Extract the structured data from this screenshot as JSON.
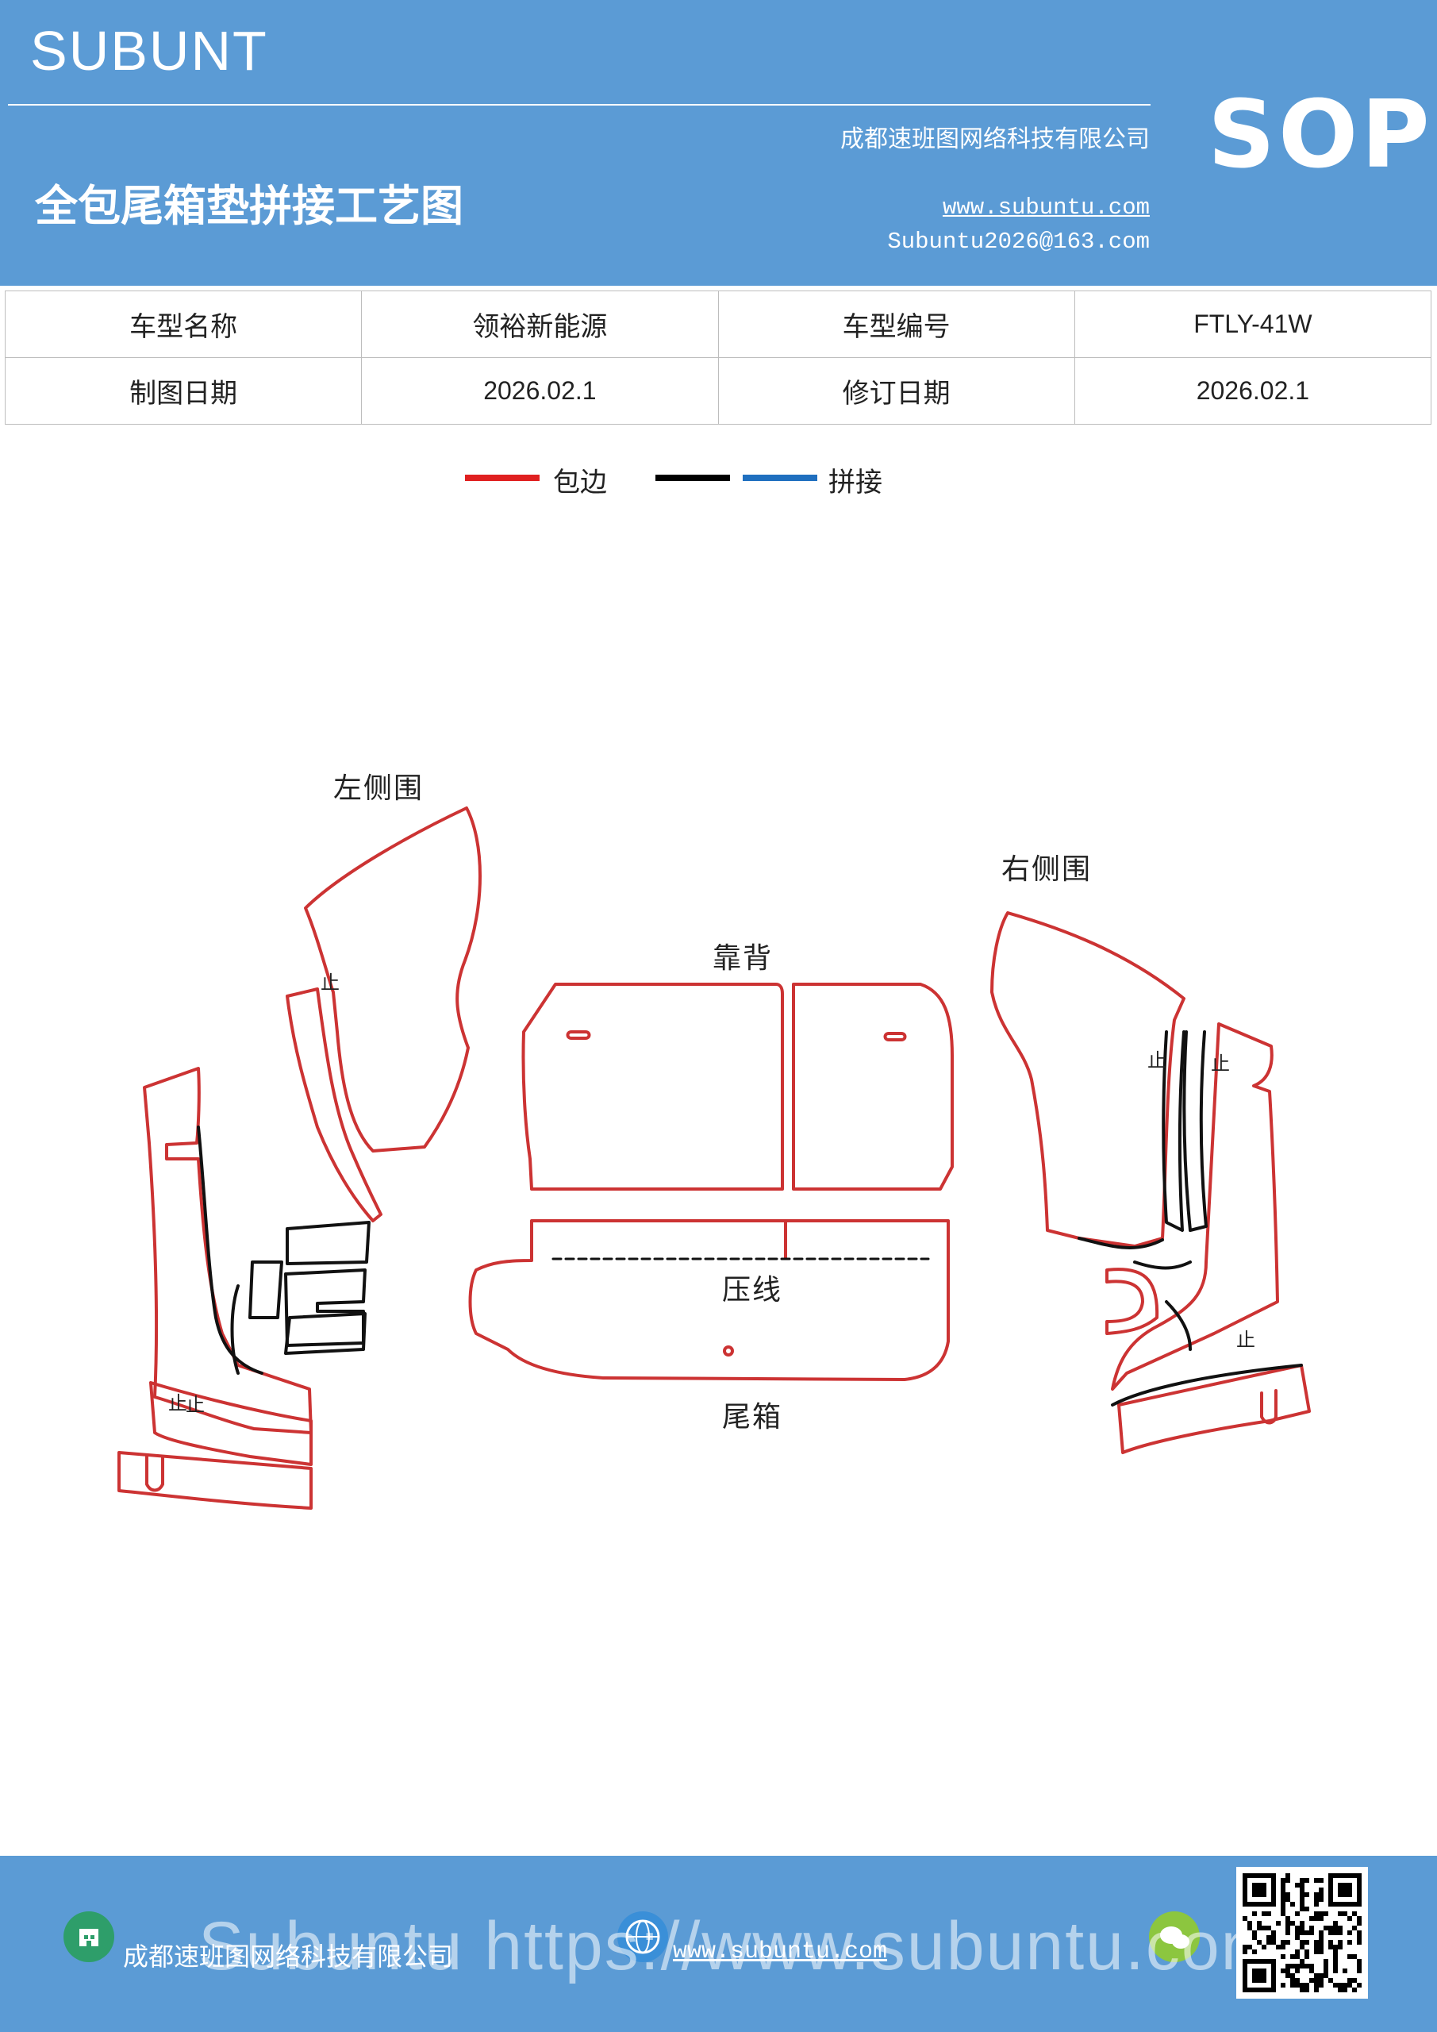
{
  "header": {
    "brand": "SUBUNT",
    "doc_title": "全包尾箱垫拼接工艺图",
    "company": "成都速班图网络科技有限公司",
    "website": "www.subuntu.com",
    "email": "Subuntu2026@163.com",
    "sop_badge": "SOP"
  },
  "info_table": {
    "rows": [
      [
        "车型名称",
        "领裕新能源",
        "车型编号",
        "FTLY-41W"
      ],
      [
        "制图日期",
        "2026.02.1",
        "修订日期",
        "2026.02.1"
      ]
    ]
  },
  "legend": {
    "items": [
      {
        "label": "包边",
        "color": "#e02020"
      },
      {
        "label": "",
        "color": "#000000"
      },
      {
        "label": "拼接",
        "color": "#1f6fbf"
      }
    ]
  },
  "drawing": {
    "labels": {
      "left_side": "左侧围",
      "right_side": "右侧围",
      "backrest": "靠背",
      "crease": "压线",
      "trunk": "尾箱"
    },
    "stop_mark": "止",
    "colors": {
      "edge": "#cc3333",
      "seam": "#111111"
    }
  },
  "footer": {
    "watermark": "Subuntu https://www.subuntu.com",
    "company": "成都速班图网络科技有限公司",
    "website": "www.subuntu.com"
  },
  "colors": {
    "header_bg": "#5b9bd5",
    "text_on_header": "#ffffff"
  }
}
